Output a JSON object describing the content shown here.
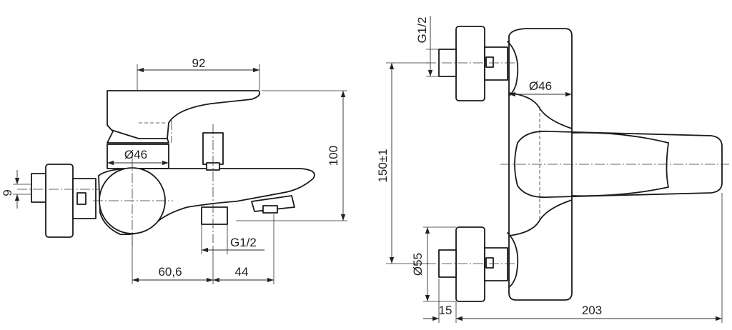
{
  "dimensions": {
    "spout_width": "92",
    "height": "100",
    "body_diameter": "Ø46",
    "nut_width": "9",
    "outlet_thread": "G1/2",
    "offset_a": "60,6",
    "offset_b": "44",
    "inlet_thread": "G1/2",
    "center_distance": "150±1",
    "diameter_top": "Ø46",
    "diameter_bottom": "Ø55",
    "eccentric_depth": "15",
    "total_depth": "203"
  }
}
